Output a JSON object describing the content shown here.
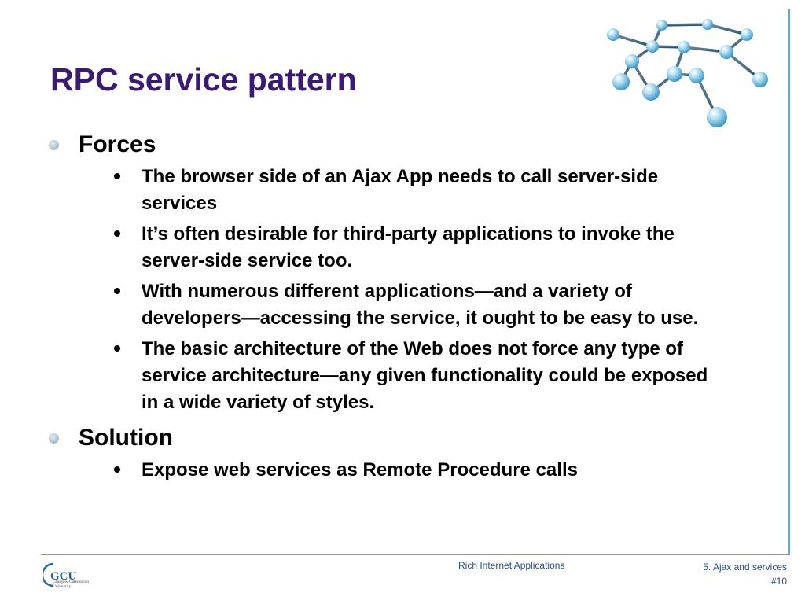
{
  "slide": {
    "title": "RPC service pattern",
    "sections": [
      {
        "heading": "Forces",
        "items": [
          "The browser side of an Ajax App needs to call server-side services",
          "It’s often desirable for third-party applications to invoke the server-side service too.",
          "With numerous different applications—and a variety of developers—accessing the service, it ought to be easy to use.",
          "The basic architecture of the Web does not force any type of service architecture—any given functionality could be exposed in a wide variety of styles."
        ]
      },
      {
        "heading": "Solution",
        "items": [
          "Expose web services as Remote Procedure calls"
        ]
      }
    ]
  },
  "footer": {
    "course": "Rich Internet Applications",
    "section": "5. Ajax and services",
    "page": "#10"
  },
  "logo": {
    "mark": "GCU",
    "line1": "Glasgow Caledonian",
    "line2": "University"
  },
  "colors": {
    "title": "#3b1b6e",
    "rule": "#6aa3c8",
    "footer_text": "#2a4e8c",
    "node": "#7fc3e3"
  },
  "decoration": {
    "icon": "molecule-network-icon"
  }
}
